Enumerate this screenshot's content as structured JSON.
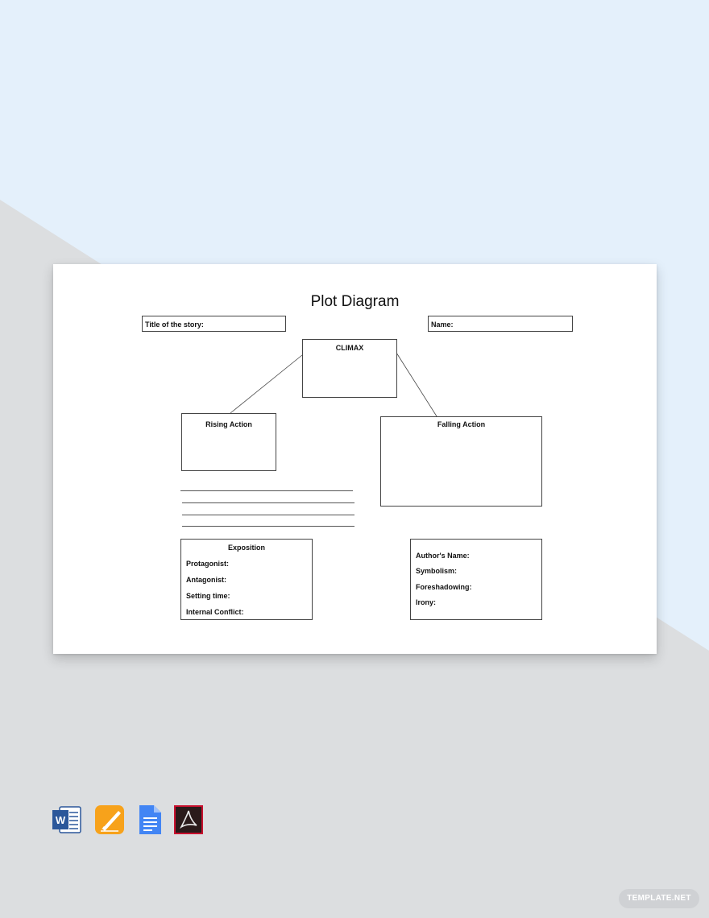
{
  "document": {
    "title": "Plot Diagram",
    "title_field_label": "Title of the story:",
    "name_field_label": "Name:",
    "climax_label": "CLIMAX",
    "rising_action_label": "Rising Action",
    "falling_action_label": "Falling Action",
    "exposition": {
      "title": "Exposition",
      "items": [
        "Protagonist:",
        "Antagonist:",
        "Setting time:",
        "Internal Conflict:"
      ]
    },
    "details": {
      "items": [
        "Author's Name:",
        "Symbolism:",
        "Foreshadowing:",
        "Irony:"
      ]
    }
  },
  "format_icons": [
    "word-icon",
    "pages-icon",
    "google-docs-icon",
    "pdf-icon"
  ],
  "watermark": "TEMPLATE.NET",
  "colors": {
    "background_light_blue": "#e4f0fb",
    "background_gray": "#dcdee0",
    "word_blue": "#2b579a",
    "pages_orange": "#f7a21b",
    "docs_blue": "#4285f4",
    "pdf_dark": "#2a1a1a",
    "pdf_red": "#c8102e"
  }
}
